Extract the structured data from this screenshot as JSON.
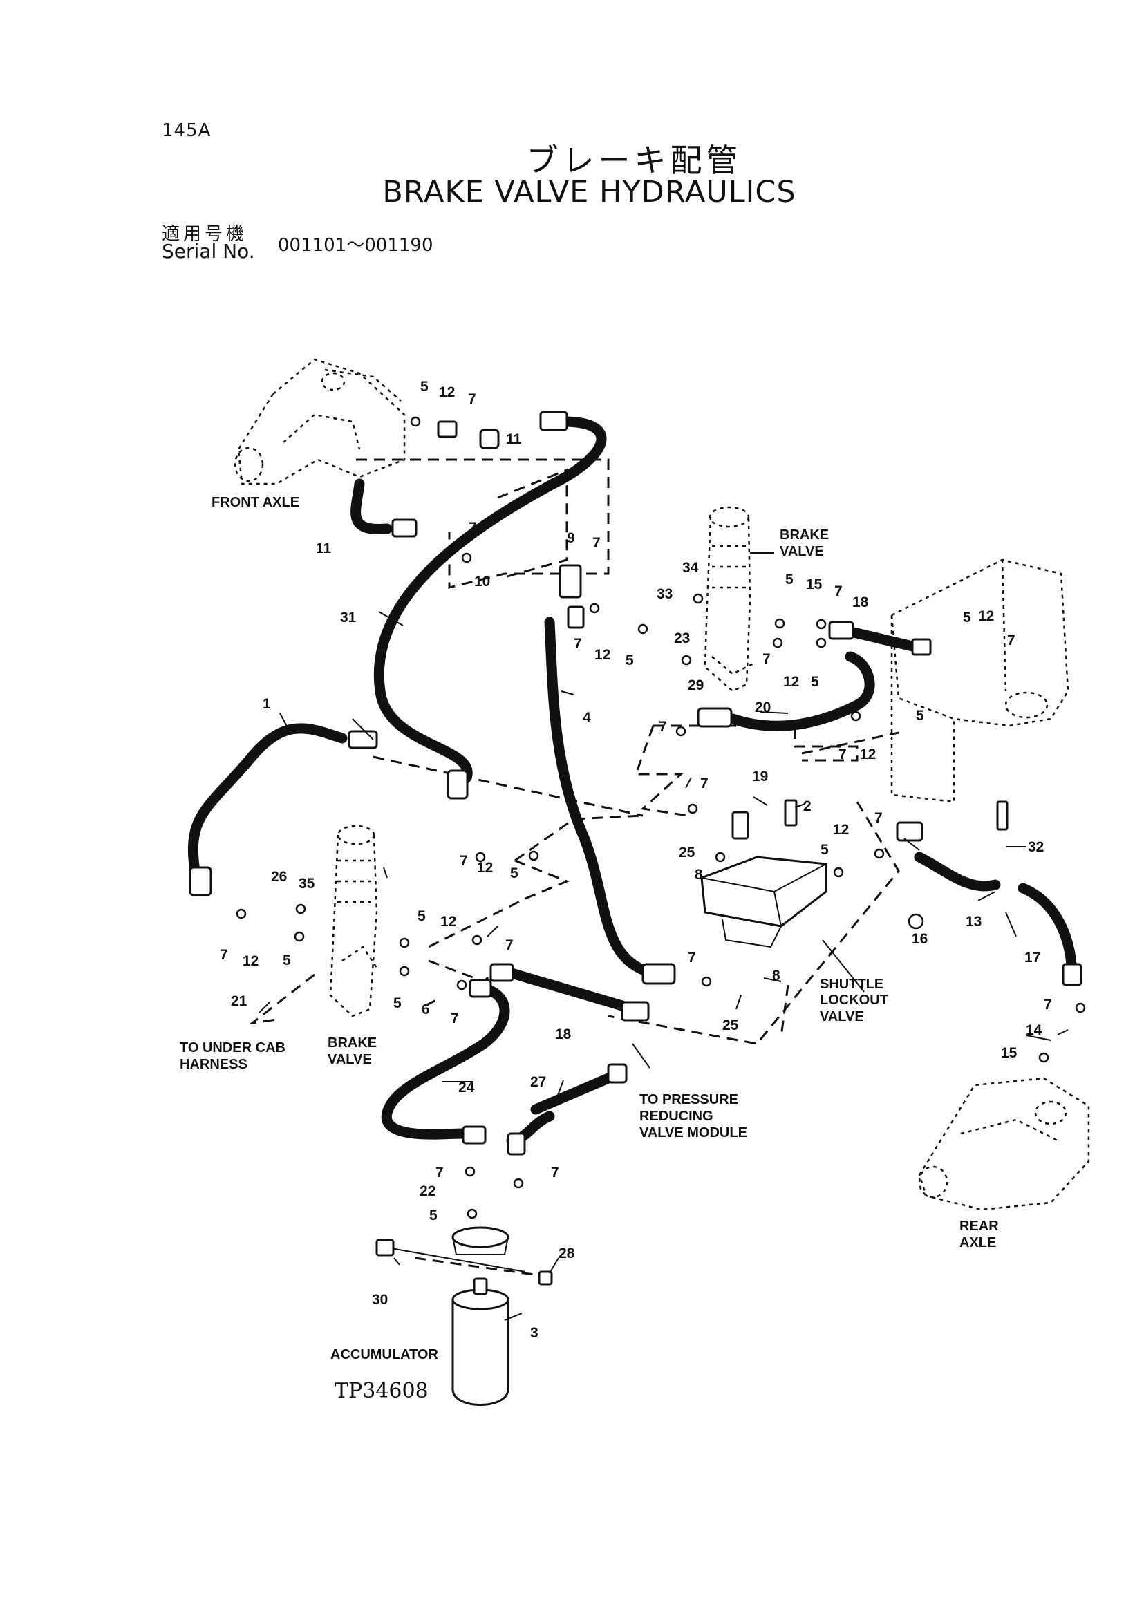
{
  "header": {
    "page_code": "145A",
    "title_jp": "ブレーキ配管",
    "title_en": "BRAKE VALVE HYDRAULICS",
    "serial_label_jp": "適用号機",
    "serial_label_en": "Serial No.",
    "serial_range": "001101～001190"
  },
  "component_labels": {
    "front_axle": "FRONT AXLE",
    "brake_valve_top": [
      "BRAKE",
      "VALVE"
    ],
    "brake_valve_left": [
      "BRAKE",
      "VALVE"
    ],
    "shuttle_lockout_valve": [
      "SHUTTLE",
      "LOCKOUT",
      "VALVE"
    ],
    "to_under_cab_harness": [
      "TO UNDER CAB",
      "HARNESS"
    ],
    "to_pressure_reducing": [
      "TO PRESSURE",
      "REDUCING",
      "VALVE MODULE"
    ],
    "rear_axle": [
      "REAR",
      "AXLE"
    ],
    "accumulator": "ACCUMULATOR"
  },
  "part_callouts": [
    "5",
    "12",
    "7",
    "11",
    "11",
    "7",
    "9",
    "7",
    "10",
    "31",
    "34",
    "33",
    "5",
    "15",
    "7",
    "18",
    "7",
    "12",
    "5",
    "7",
    "12",
    "5",
    "23",
    "29",
    "5",
    "12",
    "7",
    "4",
    "1",
    "20",
    "7",
    "5",
    "7",
    "12",
    "19",
    "2",
    "7",
    "25",
    "8",
    "12",
    "5",
    "7",
    "32",
    "7",
    "12",
    "5",
    "26",
    "35",
    "7",
    "12",
    "5",
    "5",
    "12",
    "7",
    "5",
    "6",
    "7",
    "21",
    "18",
    "7",
    "8",
    "25",
    "13",
    "16",
    "17",
    "24",
    "27",
    "7",
    "22",
    "5",
    "7",
    "28",
    "30",
    "3",
    "14",
    "15",
    "7"
  ],
  "drawing_ref": "TP34608"
}
